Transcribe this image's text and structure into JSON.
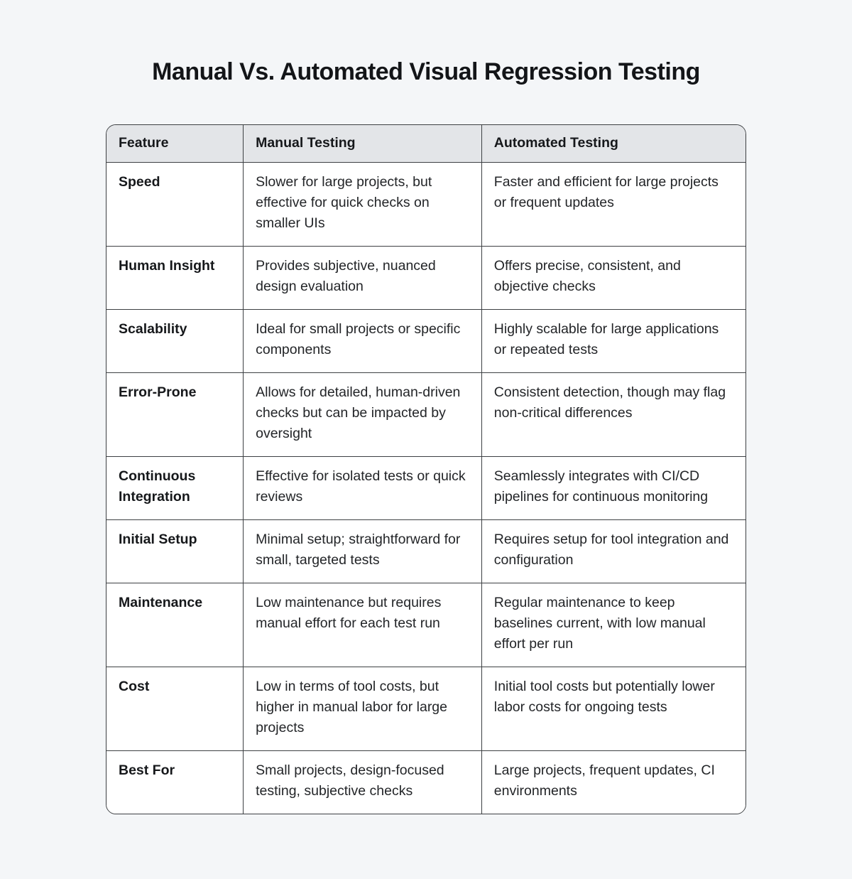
{
  "title": "Manual Vs. Automated Visual Regression Testing",
  "colors": {
    "page_background": "#f4f6f8",
    "header_row_background": "#e3e5e8",
    "cell_background": "#ffffff",
    "border": "#3d4043",
    "text": "#1b1d20"
  },
  "table": {
    "headers": [
      "Feature",
      "Manual Testing",
      "Automated Testing"
    ],
    "rows": [
      {
        "feature": "Speed",
        "manual": "Slower for large projects, but effective for quick checks on smaller UIs",
        "automated": "Faster and efficient for large projects or frequent updates"
      },
      {
        "feature": "Human Insight",
        "manual": "Provides subjective, nuanced design evaluation",
        "automated": "Offers precise, consistent, and objective checks"
      },
      {
        "feature": "Scalability",
        "manual": "Ideal for small projects or specific components",
        "automated": "Highly scalable for large applications or repeated tests"
      },
      {
        "feature": "Error-Prone",
        "manual": "Allows for detailed, human-driven checks but can be impacted by oversight",
        "automated": "Consistent detection, though may flag non-critical differences"
      },
      {
        "feature": "Continuous Integration",
        "manual": "Effective for isolated tests or quick reviews",
        "automated": "Seamlessly integrates with CI/CD pipelines for continuous monitoring"
      },
      {
        "feature": "Initial Setup",
        "manual": "Minimal setup; straightforward for small, targeted tests",
        "automated": "Requires setup for tool integration and configuration"
      },
      {
        "feature": "Maintenance",
        "manual": "Low maintenance but requires manual effort for each test run",
        "automated": "Regular maintenance to keep baselines current, with low manual effort per run"
      },
      {
        "feature": "Cost",
        "manual": "Low in terms of tool costs, but higher in manual labor for large projects",
        "automated": "Initial tool costs but potentially lower labor costs for ongoing tests"
      },
      {
        "feature": "Best For",
        "manual": "Small projects, design-focused testing, subjective checks",
        "automated": "Large projects, frequent updates, CI environments"
      }
    ]
  }
}
